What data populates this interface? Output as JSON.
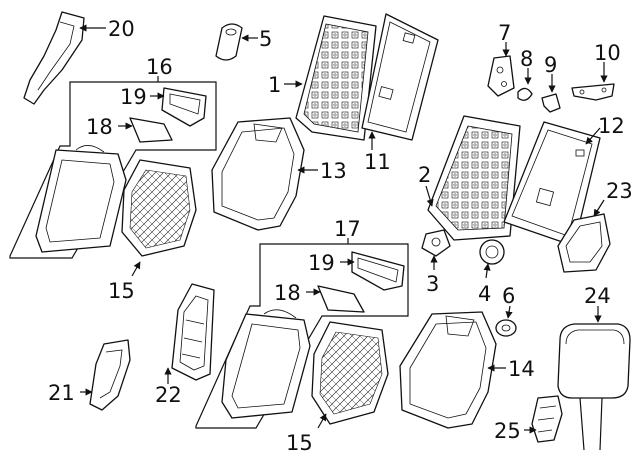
{
  "diagram": {
    "labels": {
      "p1": "1",
      "p2": "2",
      "p3": "3",
      "p4": "4",
      "p5": "5",
      "p6": "6",
      "p7": "7",
      "p8": "8",
      "p9": "9",
      "p10": "10",
      "p11": "11",
      "p12": "12",
      "p13": "13",
      "p14": "14",
      "p15a": "15",
      "p15b": "15",
      "p16": "16",
      "p17": "17",
      "p18a": "18",
      "p18b": "18",
      "p19a": "19",
      "p19b": "19",
      "p20": "20",
      "p21": "21",
      "p22": "22",
      "p23": "23",
      "p24": "24",
      "p25": "25"
    }
  }
}
